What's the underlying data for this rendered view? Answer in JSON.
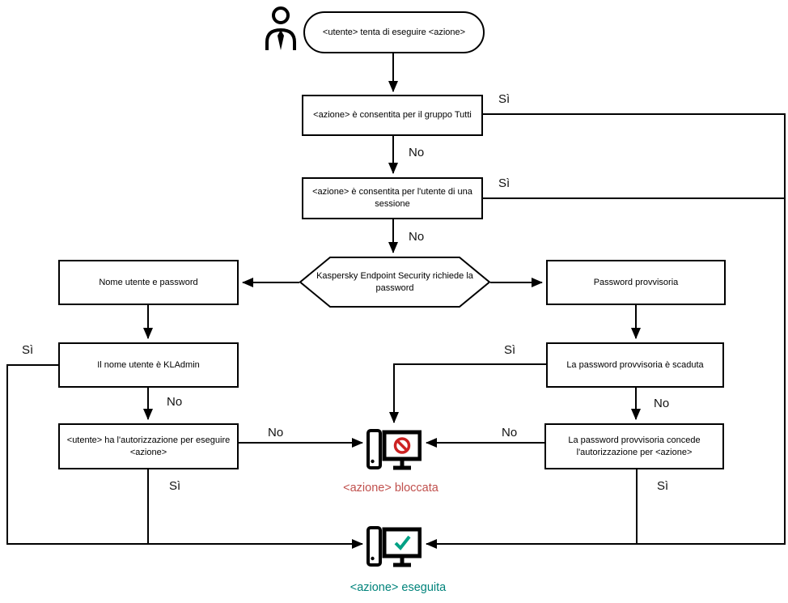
{
  "labels": {
    "yes": "Sì",
    "no": "No"
  },
  "nodes": {
    "start": "<utente> tenta di eseguire <azione>",
    "allowed_group": "<azione> è consentita per il gruppo Tutti",
    "allowed_session": "<azione> è consentita per l'utente di una sessione",
    "requires_password": "Kaspersky Endpoint Security richiede la password",
    "username_password": "Nome utente e password",
    "temp_password": "Password provvisoria",
    "is_kladmin": "Il nome utente è KLAdmin",
    "user_authorized": "<utente> ha l'autorizzazione per eseguire <azione>",
    "temp_expired": "La password provvisoria è scaduta",
    "temp_grants": "La password provvisoria concede l'autorizzazione per <azione>"
  },
  "status": {
    "blocked": "<azione> bloccata",
    "executed": "<azione> eseguita"
  },
  "icons": {
    "user": "user-icon",
    "blocked": "computer-blocked-icon",
    "executed": "computer-executed-icon"
  },
  "colors": {
    "line": "#000000",
    "blocked_sign": "#cc2222",
    "blocked_text": "#c0504d",
    "executed_check": "#00a185",
    "executed_text": "#00837b"
  }
}
